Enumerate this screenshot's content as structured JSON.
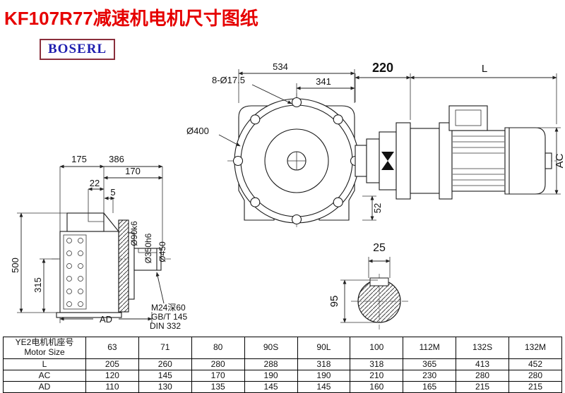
{
  "page": {
    "title": "KF107R77减速机电机尺寸图纸",
    "logo": "BOSERL"
  },
  "colors": {
    "title_red": "#e60000",
    "logo_blue": "#2020b0",
    "logo_border": "#8a2f3c",
    "line": "#1a1a1a"
  },
  "front_view": {
    "d534": "534",
    "d341": "341",
    "bolt_holes": "8-Ø17.5",
    "flange": "Ø400",
    "d220": "220",
    "dL": "L",
    "dAC": "AC",
    "d52": "52"
  },
  "side_view": {
    "d175": "175",
    "d386": "386",
    "d170": "170",
    "d22": "22",
    "d5": "5",
    "d500": "500",
    "d315": "315",
    "d90": "Ø90k6",
    "d350": "Ø350h6",
    "d450": "Ø450",
    "dAD": "AD",
    "note_m24": "M24深60",
    "note_gbt": "GB/T 145",
    "note_din": "DIN 332"
  },
  "shaft_section": {
    "d25": "25",
    "d95": "95"
  },
  "table": {
    "header_cn": "YE2电机机座号",
    "header_en": "Motor Size",
    "sizes": [
      "63",
      "71",
      "80",
      "90S",
      "90L",
      "100",
      "112M",
      "132S",
      "132M"
    ],
    "rows": [
      {
        "label": "L",
        "values": [
          "205",
          "260",
          "280",
          "288",
          "318",
          "318",
          "365",
          "413",
          "452"
        ]
      },
      {
        "label": "AC",
        "values": [
          "120",
          "145",
          "170",
          "190",
          "190",
          "210",
          "230",
          "280",
          "280"
        ]
      },
      {
        "label": "AD",
        "values": [
          "110",
          "130",
          "135",
          "145",
          "145",
          "160",
          "165",
          "215",
          "215"
        ]
      }
    ]
  }
}
